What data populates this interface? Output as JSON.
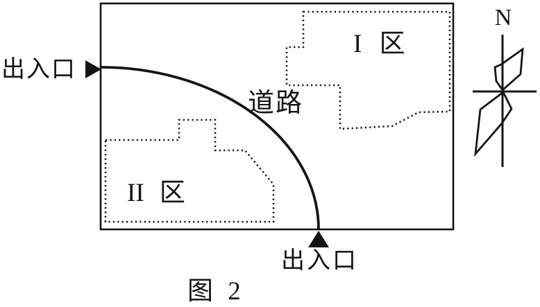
{
  "figure": {
    "caption": "图 2",
    "labels": {
      "entrance_left": "出入口",
      "entrance_bottom": "出入口",
      "road": "道路",
      "region_1": "I 区",
      "region_2": "II 区"
    },
    "compass": {
      "north_label": "N"
    },
    "colors": {
      "ink": "#141414",
      "background": "#ffffff"
    }
  }
}
